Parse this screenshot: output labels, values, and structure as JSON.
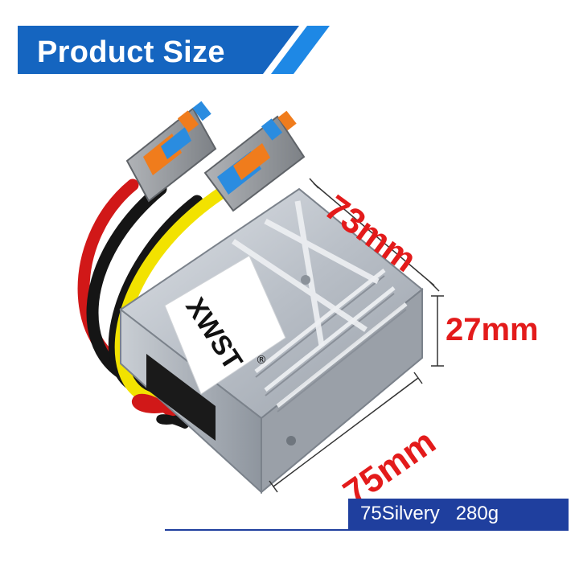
{
  "header": {
    "title": "Product Size",
    "banner_color": "#1565c0",
    "accent_color": "#1e88e5"
  },
  "product": {
    "brand_label": "XWST",
    "registered_mark": "®"
  },
  "dimensions": {
    "length": "73mm",
    "height": "27mm",
    "width": "75mm",
    "label_color": "#e31b1b"
  },
  "spec": {
    "text": "75Silvery   280g",
    "bar_color": "#1f3f9e"
  }
}
